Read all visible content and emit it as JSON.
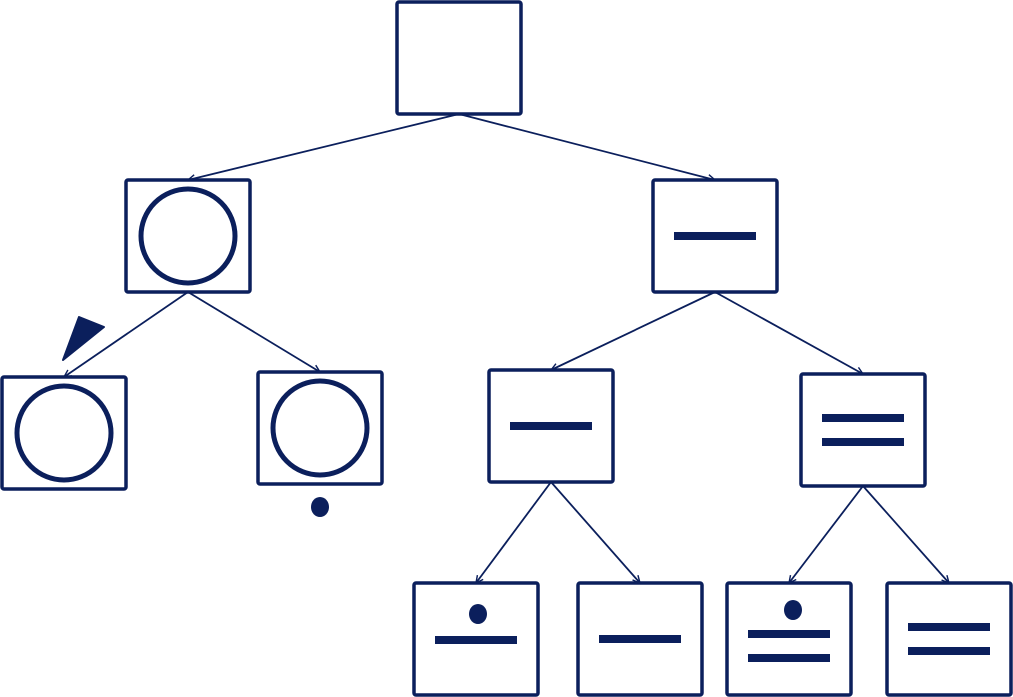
{
  "diagram": {
    "colors": {
      "stroke": "#0b1f5c",
      "background": "#ffffff"
    },
    "nodes": [
      {
        "id": "root",
        "symbol": "empty"
      },
      {
        "id": "left",
        "symbol": "circle"
      },
      {
        "id": "right",
        "symbol": "single-bar"
      },
      {
        "id": "left-left",
        "symbol": "circle",
        "marker": "arrowhead-indicator"
      },
      {
        "id": "left-right",
        "symbol": "circle",
        "marker": "dot-below"
      },
      {
        "id": "right-left",
        "symbol": "single-bar"
      },
      {
        "id": "right-right",
        "symbol": "double-bar"
      },
      {
        "id": "rl-left",
        "symbol": "single-bar-with-dot"
      },
      {
        "id": "rl-right",
        "symbol": "single-bar"
      },
      {
        "id": "rr-left",
        "symbol": "double-bar-with-dot"
      },
      {
        "id": "rr-right",
        "symbol": "double-bar"
      }
    ],
    "edges": [
      {
        "from": "root",
        "to": "left"
      },
      {
        "from": "root",
        "to": "right"
      },
      {
        "from": "left",
        "to": "left-left"
      },
      {
        "from": "left",
        "to": "left-right"
      },
      {
        "from": "right",
        "to": "right-left"
      },
      {
        "from": "right",
        "to": "right-right"
      },
      {
        "from": "right-left",
        "to": "rl-left"
      },
      {
        "from": "right-left",
        "to": "rl-right"
      },
      {
        "from": "right-right",
        "to": "rr-left"
      },
      {
        "from": "right-right",
        "to": "rr-right"
      }
    ]
  }
}
